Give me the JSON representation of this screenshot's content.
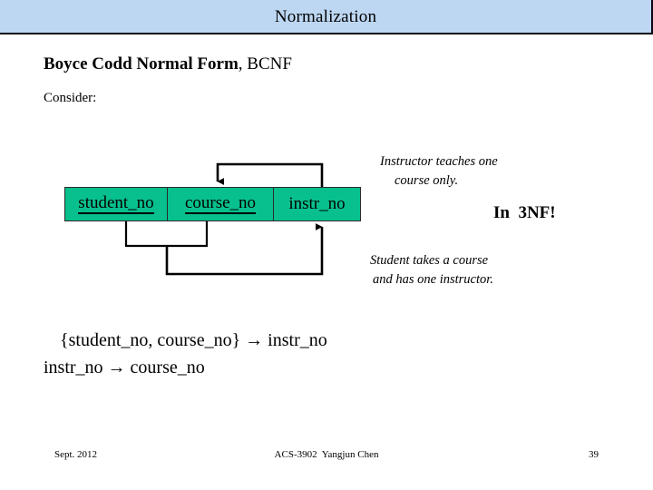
{
  "slide": {
    "title": "Normalization",
    "heading_bold": "Boyce Codd Normal Form",
    "heading_plain": ", BCNF",
    "consider_label": "Consider:",
    "verdict": "In  3NF!"
  },
  "relation": {
    "attributes": [
      {
        "name": "student_no",
        "is_key": true
      },
      {
        "name": "course_no",
        "is_key": true
      },
      {
        "name": "instr_no",
        "is_key": false
      }
    ]
  },
  "notes": {
    "instructor_line1": "Instructor teaches one",
    "instructor_line2": "course only.",
    "student_line1": "Student takes a course",
    "student_line2": "and has one instructor."
  },
  "dependencies": {
    "fd1": "{student_no, course_no} → instr_no",
    "fd2": "instr_no → course_no"
  },
  "footer": {
    "date": "Sept. 2012",
    "course": "ACS-3902  Yangjun Chen",
    "page_number": "39"
  },
  "colors": {
    "title_bar": "#bdd7f2",
    "relation_cell": "#07c08d",
    "text": "#000000",
    "border": "#2b2b2b"
  }
}
